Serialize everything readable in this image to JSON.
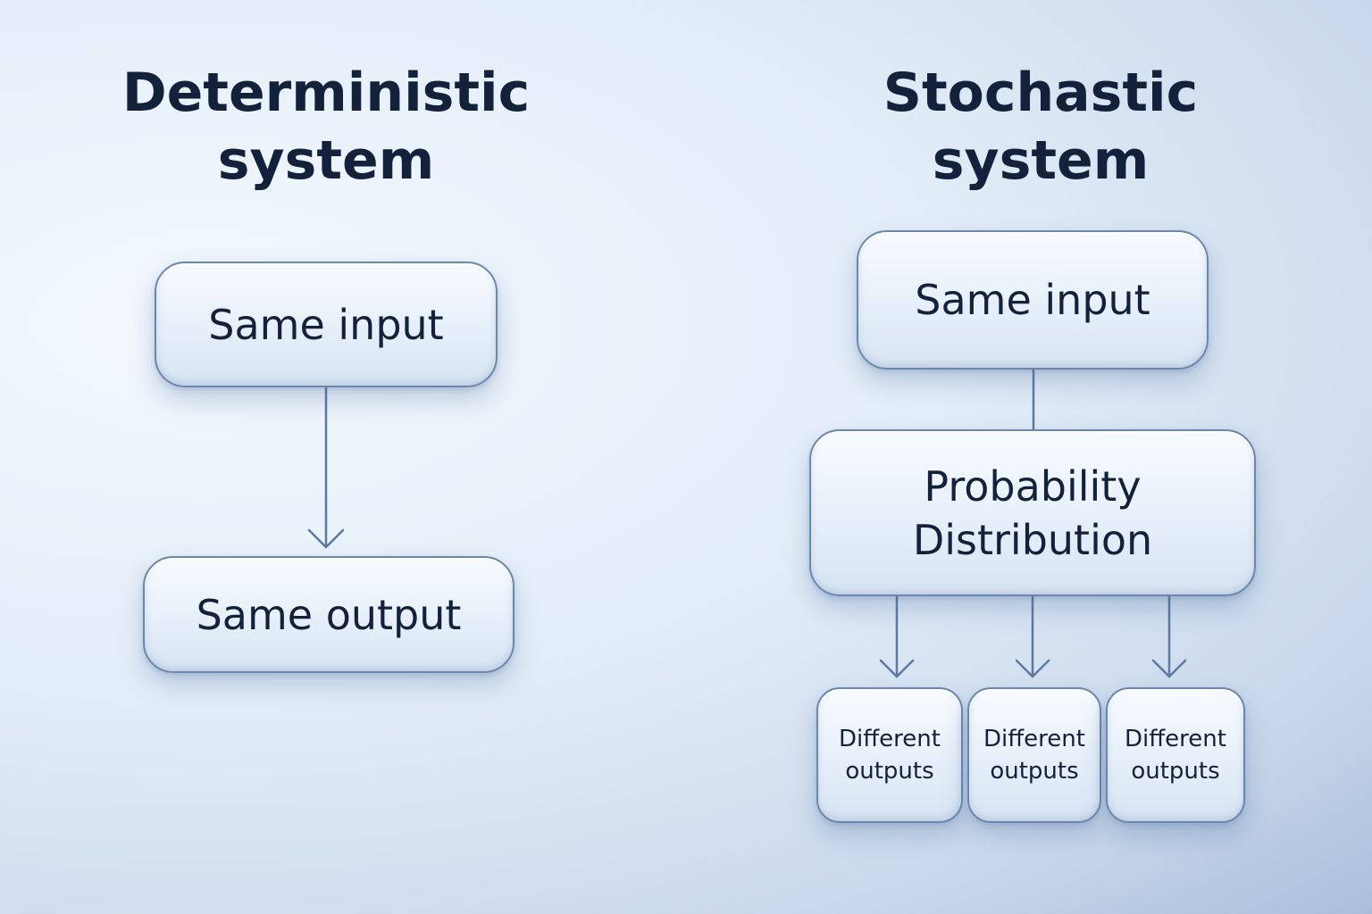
{
  "deterministic": {
    "title_line1": "Deterministic",
    "title_line2": "system",
    "input_label": "Same input",
    "output_label": "Same output"
  },
  "stochastic": {
    "title": "Stochastic system",
    "input_label": "Same input",
    "distribution_line1": "Probability",
    "distribution_line2": "Distribution",
    "outputs": [
      {
        "line1": "Different",
        "line2": "outputs"
      },
      {
        "line1": "Different",
        "line2": "outputs"
      },
      {
        "line1": "Different",
        "line2": "outputs"
      }
    ]
  },
  "colors": {
    "connector": "#5c79a3",
    "text": "#14213a",
    "box_border": "#6c87ad"
  }
}
